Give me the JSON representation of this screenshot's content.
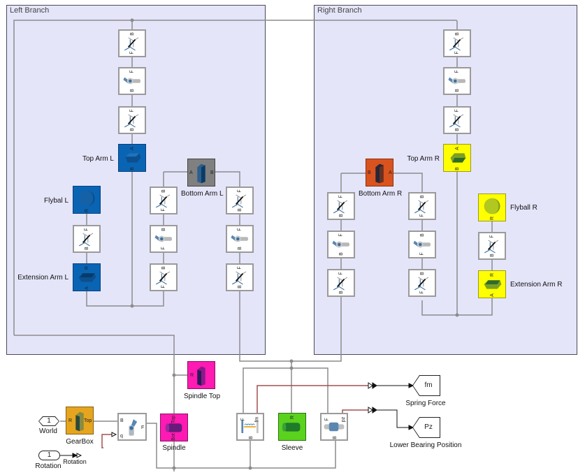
{
  "areas": {
    "left": {
      "title": "Left Branch"
    },
    "right": {
      "title": "Right Branch"
    }
  },
  "colors": {
    "area_fill": "#e5e5fa",
    "area_border": "#4a4a5a",
    "wire": "#8c8c8c",
    "signal_wire": "#a05050",
    "arm_left": "#0a64b4",
    "arm_right": "#ffff00",
    "bottom_arm_left": "#808080",
    "bottom_arm_right": "#d9531e",
    "spindle": "#ff1ab4",
    "sleeve": "#5ad21e",
    "gearbox": "#e6a51e"
  },
  "blocks": {
    "top_arm_l": {
      "label": "Top Arm L",
      "ports": [
        "A",
        "B"
      ]
    },
    "bottom_arm_l": {
      "label": "Bottom Arm L",
      "ports": [
        "A",
        "B"
      ]
    },
    "flyball_l": {
      "label": "Flybal L",
      "ports": [
        "R"
      ]
    },
    "extension_arm_l": {
      "label": "Extension Arm L",
      "ports": [
        "R",
        "A"
      ]
    },
    "top_arm_r": {
      "label": "Top Arm R",
      "ports": [
        "A",
        "B"
      ]
    },
    "bottom_arm_r": {
      "label": "Bottom Arm R",
      "ports": [
        "B",
        "A"
      ]
    },
    "flyball_r": {
      "label": "Flyball R",
      "ports": [
        "R"
      ]
    },
    "extension_arm_r": {
      "label": "Extension Arm R",
      "ports": [
        "R",
        "A"
      ]
    },
    "spindle_top": {
      "label": "Spindle Top",
      "ports": [
        "R"
      ]
    },
    "spindle": {
      "label": "Spindle",
      "ports": [
        "Top",
        "Bot"
      ]
    },
    "sleeve": {
      "label": "Sleeve",
      "ports": [
        "R"
      ]
    },
    "gearbox": {
      "label": "GearBox",
      "ports": [
        "R",
        "Top"
      ]
    },
    "revolute": {
      "ports": [
        "B",
        "F",
        "q"
      ]
    },
    "spring": {
      "ports": [
        "F",
        "fm",
        "B"
      ]
    },
    "prismatic": {
      "ports": [
        "F",
        "pz",
        "B"
      ]
    },
    "frame_ports": {
      "b": "B",
      "f": "F"
    }
  },
  "io": {
    "world": {
      "value": "1",
      "label": "World"
    },
    "rotation_in": {
      "value": "1",
      "label": "Rotation"
    },
    "rotation_conv": {
      "label": "Rotation"
    },
    "spring_force": {
      "value": "fm",
      "label": "Spring Force"
    },
    "lower_bearing": {
      "value": "Pz",
      "label": "Lower Bearing Position"
    }
  }
}
